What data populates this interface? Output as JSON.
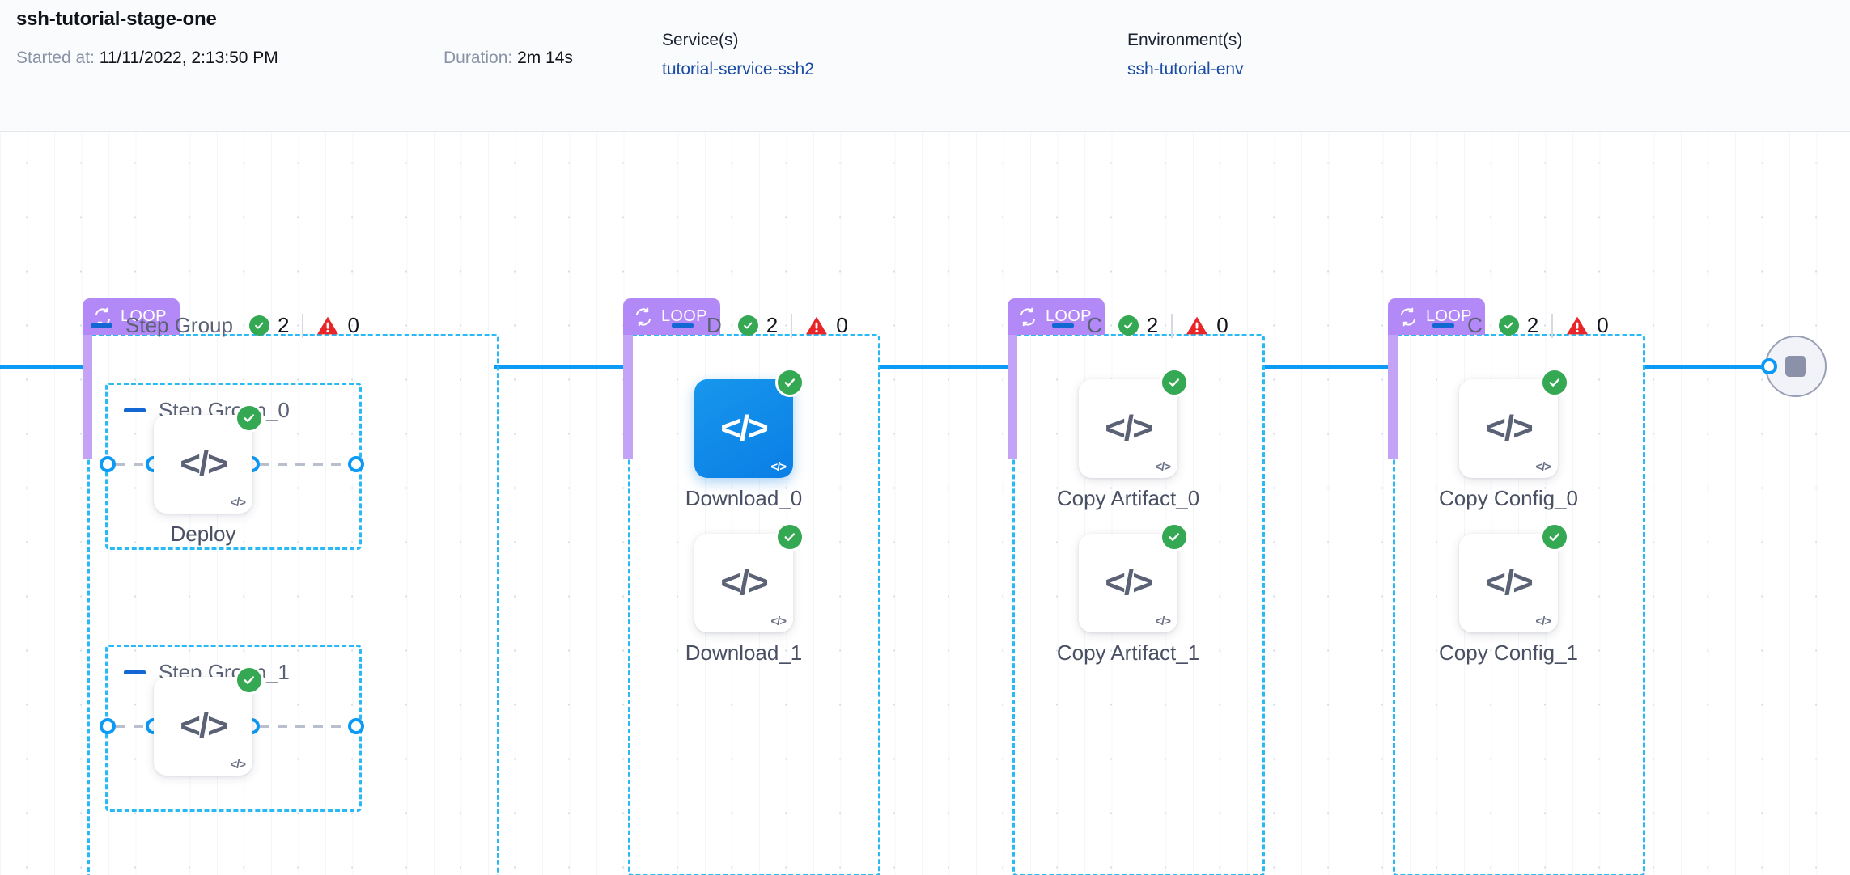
{
  "header": {
    "title": "ssh-tutorial-stage-one",
    "started_label": "Started at:",
    "started_value": "11/11/2022, 2:13:50 PM",
    "duration_label": "Duration:",
    "duration_value": "2m 14s",
    "services_label": "Service(s)",
    "services_value": "tutorial-service-ssh2",
    "environments_label": "Environment(s)",
    "environments_value": "ssh-tutorial-env"
  },
  "colors": {
    "loop_badge": "#b388f7",
    "loop_bar": "#c4a3f7",
    "group_border": "#29baf5",
    "flow_line": "#0c9af5",
    "success": "#34a853",
    "error": "#e8262a",
    "selected_node": "#0a7ee6",
    "link": "#1a4ba5"
  },
  "icons": {
    "loop": "loop-icon",
    "collapse_dash": "collapse-dash-icon",
    "success_check": "check-circle-icon",
    "warning": "warning-triangle-icon",
    "code": "code-icon",
    "stop": "stop-square-icon"
  },
  "groups": [
    {
      "loop_label": "LOOP",
      "name": "Step Group",
      "success_count": "2",
      "error_count": "0",
      "subgroups": [
        {
          "name": "Step Group_0",
          "node": {
            "label": "Deploy",
            "status": "success",
            "selected": false
          }
        },
        {
          "name": "Step Group_1",
          "node": {
            "label": "",
            "status": "success",
            "selected": false
          }
        }
      ],
      "nodes": []
    },
    {
      "loop_label": "LOOP",
      "name": "D",
      "success_count": "2",
      "error_count": "0",
      "subgroups": [],
      "nodes": [
        {
          "label": "Download_0",
          "status": "success",
          "selected": true
        },
        {
          "label": "Download_1",
          "status": "success",
          "selected": false
        }
      ]
    },
    {
      "loop_label": "LOOP",
      "name": "C",
      "success_count": "2",
      "error_count": "0",
      "subgroups": [],
      "nodes": [
        {
          "label": "Copy Artifact_0",
          "status": "success",
          "selected": false
        },
        {
          "label": "Copy Artifact_1",
          "status": "success",
          "selected": false
        }
      ]
    },
    {
      "loop_label": "LOOP",
      "name": "C",
      "success_count": "2",
      "error_count": "0",
      "subgroups": [],
      "nodes": [
        {
          "label": "Copy Config_0",
          "status": "success",
          "selected": false
        },
        {
          "label": "Copy Config_1",
          "status": "success",
          "selected": false
        }
      ]
    }
  ],
  "code_glyph": "</>",
  "mini_glyph": "</>"
}
